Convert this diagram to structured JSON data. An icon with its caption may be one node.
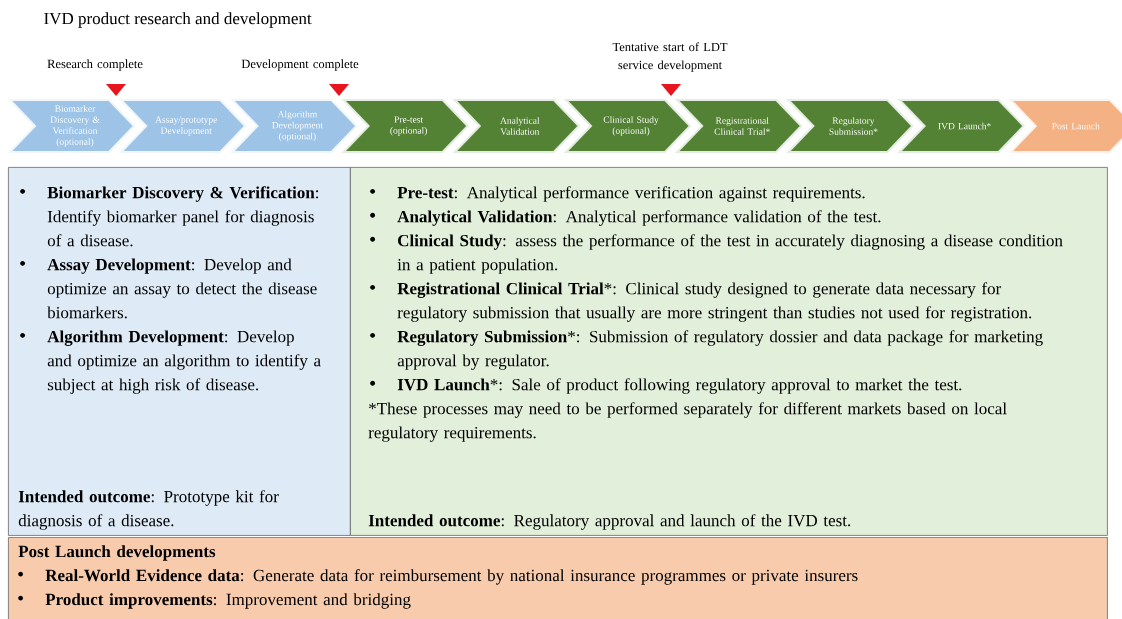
{
  "diagram": {
    "title": "IVD product research and development",
    "nodes": [
      {
        "text": [
          "Biomarker Discovery & Verification (optional)"
        ]
      },
      {
        "text": [
          "Assay/prototype Development"
        ]
      },
      {
        "text": [
          "Algorithm Development (optional)"
        ]
      },
      {
        "text": [
          "Pre-test (optional)"
        ]
      },
      {
        "text": [
          "Analytical Validation"
        ]
      },
      {
        "text": [
          "Clinical Study (optional)"
        ]
      },
      {
        "text": [
          "Registrational Clinical Trial*"
        ]
      },
      {
        "text": [
          "Regulatory Submission*"
        ]
      },
      {
        "text": [
          "IVD Launch*"
        ]
      },
      {
        "text": [
          "Post Launch"
        ]
      },
      {
        "text": [
          "**Biomarker Discovery & Verification**: Identify biomarker panel for diagnosis of a disease.",
          "**Assay Development**: Develop and optimize an assay to detect the disease biomarkers.",
          "**Algorithm Development**: Develop and optimize an algorithm to identify a subject at high risk of disease.",
          "**Intended outcome**: Prototype kit for diagnosis of a disease."
        ]
      },
      {
        "text": [
          "**Pre-test**: Analytical performance verification against requirements.",
          "**Analytical Validation**: Analytical performance validation of the test.",
          "**Clinical Study**: assess the performance of the test in accurately diagnosing a disease condition in a patient population.",
          "**Registrational Clinical Trial***: Clinical study designed to generate data necessary for regulatory submission that usually are more stringent than studies not used for registration.",
          "**Regulatory Submission***: Submission of regulatory dossier and data package for marketing approval by regulator.",
          "**IVD Launch***: Sale of product following regulatory approval to market the test.",
          "*These processes may need to be performed separately for different markets based on local regulatory requirements.",
          "**Intended outcome**: Regulatory approval and launch of the IVD test."
        ]
      },
      {
        "text": [
          "Post Launch developments",
          "**Real-World Evidence data**: Generate data for reimbursement by national insurance programmes or private insurers",
          "**Product improvements**: Improvement and bridging"
        ]
      }
    ],
    "labels": [
      "Research complete",
      "Development complete",
      "Tentative start of LDT service development"
    ]
  }
}
